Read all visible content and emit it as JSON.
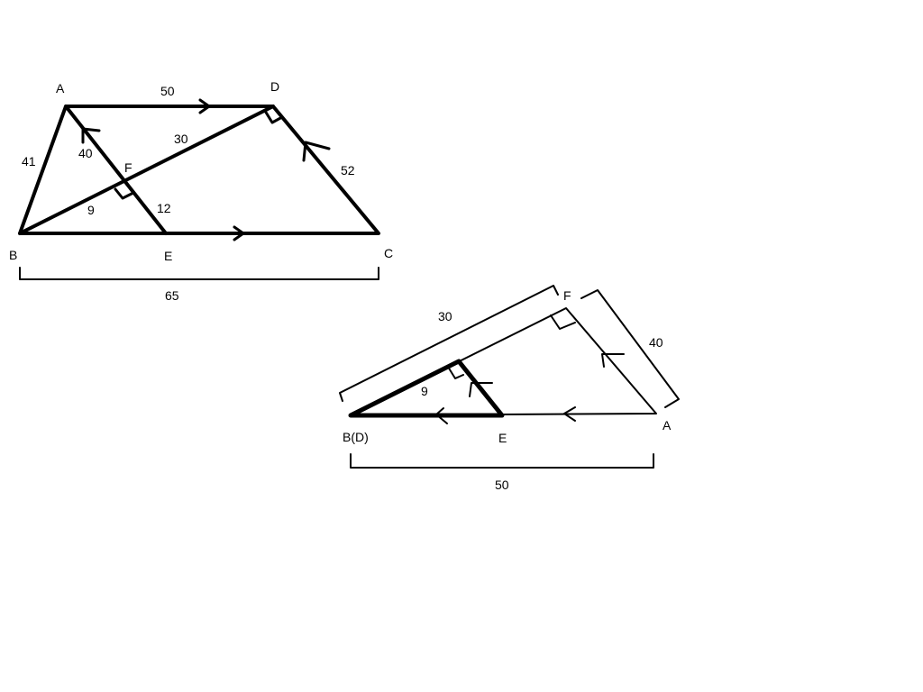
{
  "figure1": {
    "points": {
      "A": "A",
      "D": "D",
      "B": "B",
      "C": "C",
      "E": "E",
      "F": "F"
    },
    "lengths": {
      "AD": "50",
      "AB": "41",
      "AF": "40",
      "FD": "30",
      "DC": "52",
      "BF": "9",
      "FE": "12",
      "BC": "65"
    }
  },
  "figure2": {
    "points": {
      "F": "F",
      "A": "A",
      "B": "B(D)",
      "E": "E"
    },
    "lengths": {
      "BF": "30",
      "FA": "40",
      "B_small": "9",
      "BA": "50"
    }
  },
  "colors": {
    "ink": "#000000",
    "background": "#ffffff"
  }
}
